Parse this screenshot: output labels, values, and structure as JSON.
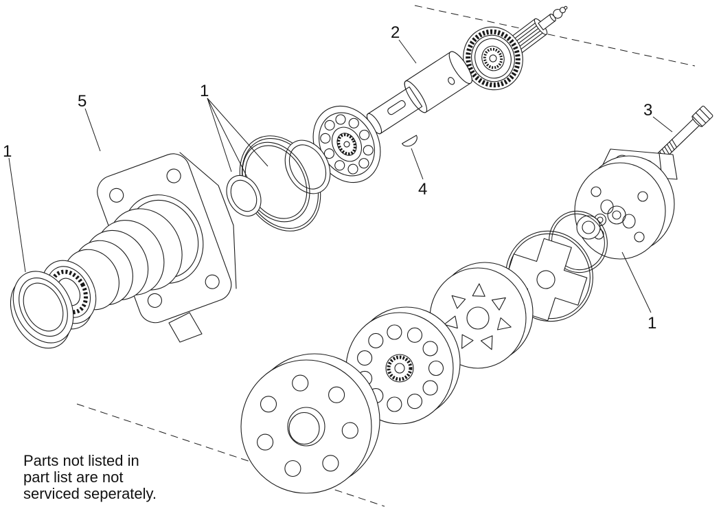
{
  "diagram": {
    "kind": "exploded-parts-diagram",
    "colors": {
      "line": "#1a1a1a",
      "background": "#ffffff",
      "text": "#111111"
    },
    "callouts": [
      {
        "label": "1"
      },
      {
        "label": "5"
      },
      {
        "label": "1"
      },
      {
        "label": "2"
      },
      {
        "label": "4"
      },
      {
        "label": "3"
      },
      {
        "label": "1"
      }
    ],
    "note_lines": [
      "Parts not listed in",
      "part list are not",
      "serviced seperately."
    ]
  }
}
